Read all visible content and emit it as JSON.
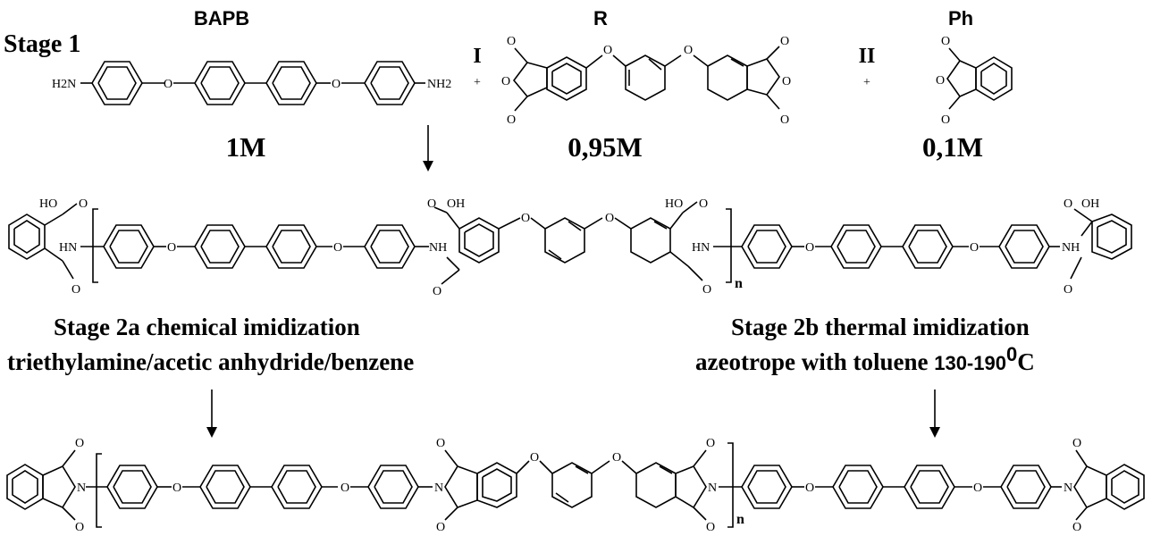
{
  "reactants": {
    "bapb": {
      "label": "BAPB",
      "amount": "1M",
      "left_group": "H2N",
      "right_group": "NH2"
    },
    "r": {
      "label": "R",
      "amount": "0,95M"
    },
    "ph": {
      "label": "Ph",
      "amount": "0,1M"
    }
  },
  "stage1": {
    "label": "Stage 1",
    "marker_i": "I",
    "marker_ii": "II",
    "plus": "+"
  },
  "atoms": {
    "oxygen": "O",
    "amide": "HN",
    "amide_right": "NH",
    "acid": "HO",
    "acid_right": "OH",
    "nitrogen": "N",
    "repeat_index": "n"
  },
  "stage2a": {
    "title": "Stage 2a  chemical imidization",
    "reagents": "triethylamine/acetic anhydride/benzene"
  },
  "stage2b": {
    "title": "Stage 2b thermal imidization",
    "conditions": "azeotrope with toluene ",
    "temperature": "130-190",
    "temperature_unit_sup": "0",
    "temperature_unit": "C"
  }
}
